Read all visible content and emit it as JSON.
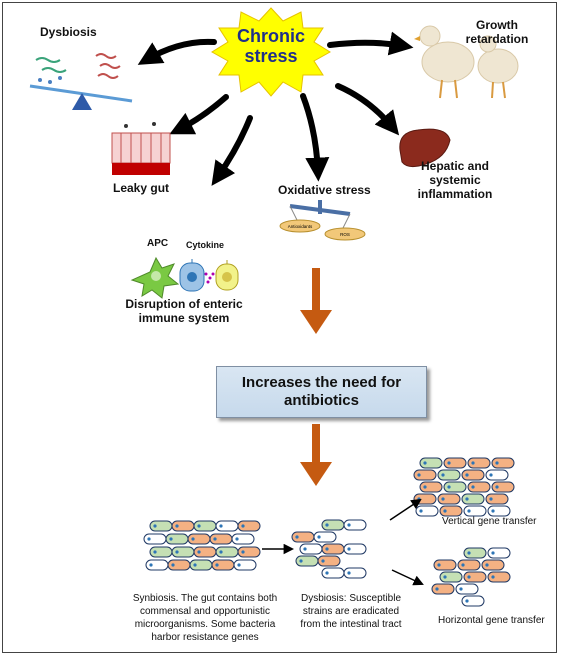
{
  "center": {
    "label_line1": "Chronic",
    "label_line2": "stress"
  },
  "effects": {
    "dysbiosis": "Dysbiosis",
    "growth_line1": "Growth",
    "growth_line2": "retardation",
    "leaky_gut": "Leaky gut",
    "oxidative_stress": "Oxidative stress",
    "hepatic_line1": "Hepatic and",
    "hepatic_line2": "systemic",
    "hepatic_line3": "inflammation",
    "apc": "APC",
    "cytokine": "Cytokine",
    "enteric_line1": "Disruption of enteric",
    "enteric_line2": "immune system"
  },
  "balance": {
    "left_pan": "Antioxidants",
    "right_pan": "ROS"
  },
  "need_box": {
    "line1": "Increases the need for",
    "line2": "antibiotics"
  },
  "bottom": {
    "synbiosis_line1": "Synbiosis. The gut contains both",
    "synbiosis_line2": "commensal  and opportunistic",
    "synbiosis_line3": "microorganisms. Some bacteria",
    "synbiosis_line4": "harbor resistance genes",
    "dysbiosis_line1": "Dysbiosis: Susceptible",
    "dysbiosis_line2": "strains are eradicated",
    "dysbiosis_line3": "from the intestinal tract",
    "vertical": "Vertical gene transfer",
    "horizontal": "Horizontal gene transfer"
  },
  "colors": {
    "star": "#ffff00",
    "flow_arrow": "#c55a11",
    "cell_orange": "#f4b183",
    "cell_green": "#c5e0b4",
    "cell_white": "#ffffff",
    "cell_outline": "#1f3864",
    "balance_beam": "#4a6fa5"
  }
}
